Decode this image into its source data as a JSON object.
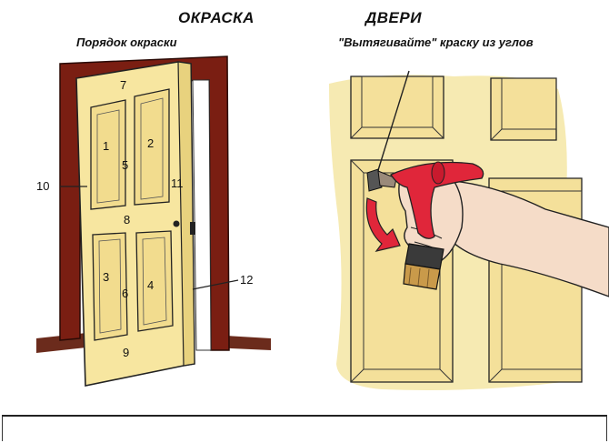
{
  "header": {
    "title_left": "ОКРАСКА",
    "title_right": "ДВЕРИ"
  },
  "left_panel": {
    "caption": "Порядок окраски",
    "zones": [
      "1",
      "2",
      "3",
      "4",
      "5",
      "6",
      "7",
      "8",
      "9",
      "10",
      "11",
      "12"
    ]
  },
  "right_panel": {
    "caption": "\"Вытягивайте\" краску из углов"
  },
  "colors": {
    "door": "#f7e6a0",
    "door_edge": "#e8d27e",
    "frame": "#7a1e12",
    "wall_tint": "#f6eab2",
    "arrow_red": "#e0263a",
    "skin": "#f5dcc8"
  }
}
